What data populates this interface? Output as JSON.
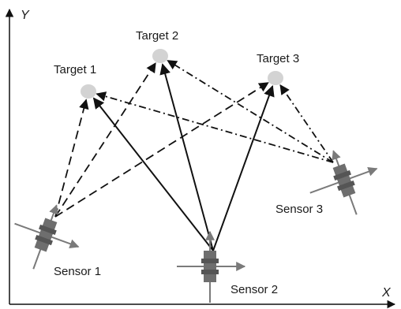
{
  "axes": {
    "x_label": "X",
    "y_label": "Y"
  },
  "targets": [
    {
      "id": "t1",
      "label": "Target 1"
    },
    {
      "id": "t2",
      "label": "Target 2"
    },
    {
      "id": "t3",
      "label": "Target 3"
    }
  ],
  "sensors": [
    {
      "id": "s1",
      "label": "Sensor 1"
    },
    {
      "id": "s2",
      "label": "Sensor 2"
    },
    {
      "id": "s3",
      "label": "Sensor 3"
    }
  ],
  "links": [
    {
      "from": "s1",
      "to": "t1",
      "style": "dashed"
    },
    {
      "from": "s1",
      "to": "t2",
      "style": "dashed"
    },
    {
      "from": "s1",
      "to": "t3",
      "style": "dashed"
    },
    {
      "from": "s2",
      "to": "t1",
      "style": "solid"
    },
    {
      "from": "s2",
      "to": "t2",
      "style": "solid"
    },
    {
      "from": "s2",
      "to": "t3",
      "style": "solid"
    },
    {
      "from": "s3",
      "to": "t1",
      "style": "dash-dot"
    },
    {
      "from": "s3",
      "to": "t2",
      "style": "dash-dot"
    },
    {
      "from": "s3",
      "to": "t3",
      "style": "dash-dot"
    }
  ],
  "colors": {
    "line": "#111111",
    "target_fill": "#d3d3d3",
    "sensor_body": "#6e6e6e",
    "sensor_axis": "#7a7a7a"
  }
}
